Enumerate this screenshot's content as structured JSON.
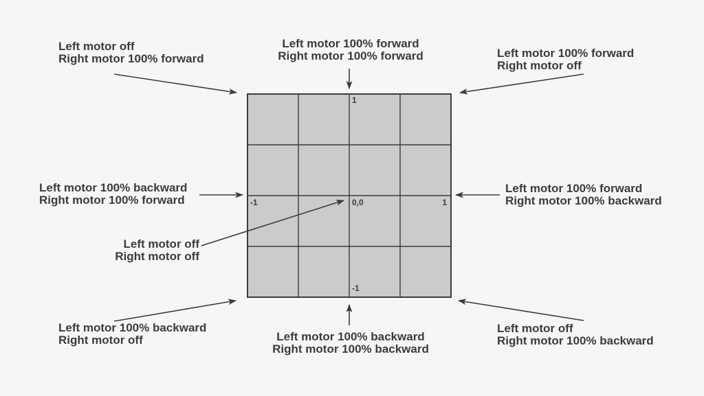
{
  "colors": {
    "background": "#f6f6f7",
    "ink": "#3b3b3b",
    "cell_fill": "#cbcbcb"
  },
  "grid": {
    "axis_labels": {
      "top": "1",
      "left": "-1",
      "origin": "0,0",
      "right": "1",
      "bottom": "-1"
    }
  },
  "labels": {
    "top_left": {
      "line1": "Left motor off",
      "line2": "Right motor 100% forward"
    },
    "top_center": {
      "line1": "Left motor 100% forward",
      "line2": "Right motor 100% forward"
    },
    "top_right": {
      "line1": "Left motor 100% forward",
      "line2": "Right motor off"
    },
    "middle_left": {
      "line1": "Left motor 100% backward",
      "line2": "Right motor 100% forward"
    },
    "middle_right": {
      "line1": "Left motor 100% forward",
      "line2": "Right motor 100% backward"
    },
    "center": {
      "line1": "Left motor off",
      "line2": "Right motor off"
    },
    "bottom_left": {
      "line1": "Left motor 100% backward",
      "line2": "Right motor off"
    },
    "bottom_center": {
      "line1": "Left motor 100% backward",
      "line2": "Right motor 100% backward"
    },
    "bottom_right": {
      "line1": "Left motor off",
      "line2": "Right motor 100% backward"
    }
  }
}
